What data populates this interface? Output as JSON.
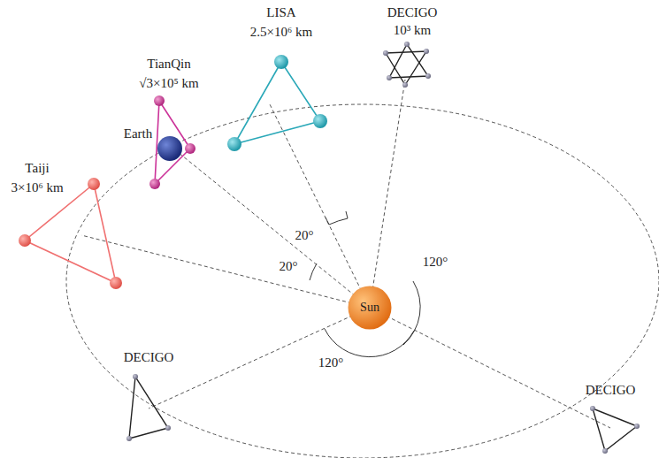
{
  "diagram": {
    "nodes": [
      {
        "text": [
          "Sun"
        ]
      }
    ],
    "labels": [
      "TianQin",
      "√3×10⁵ km",
      "LISA",
      "2.5×10⁶ km",
      "DECIGO",
      "10³ km",
      "Taiji",
      "3×10⁶ km",
      "Earth",
      "20°",
      "20°",
      "120°",
      "120°",
      "DECIGO",
      "DECIGO"
    ]
  }
}
